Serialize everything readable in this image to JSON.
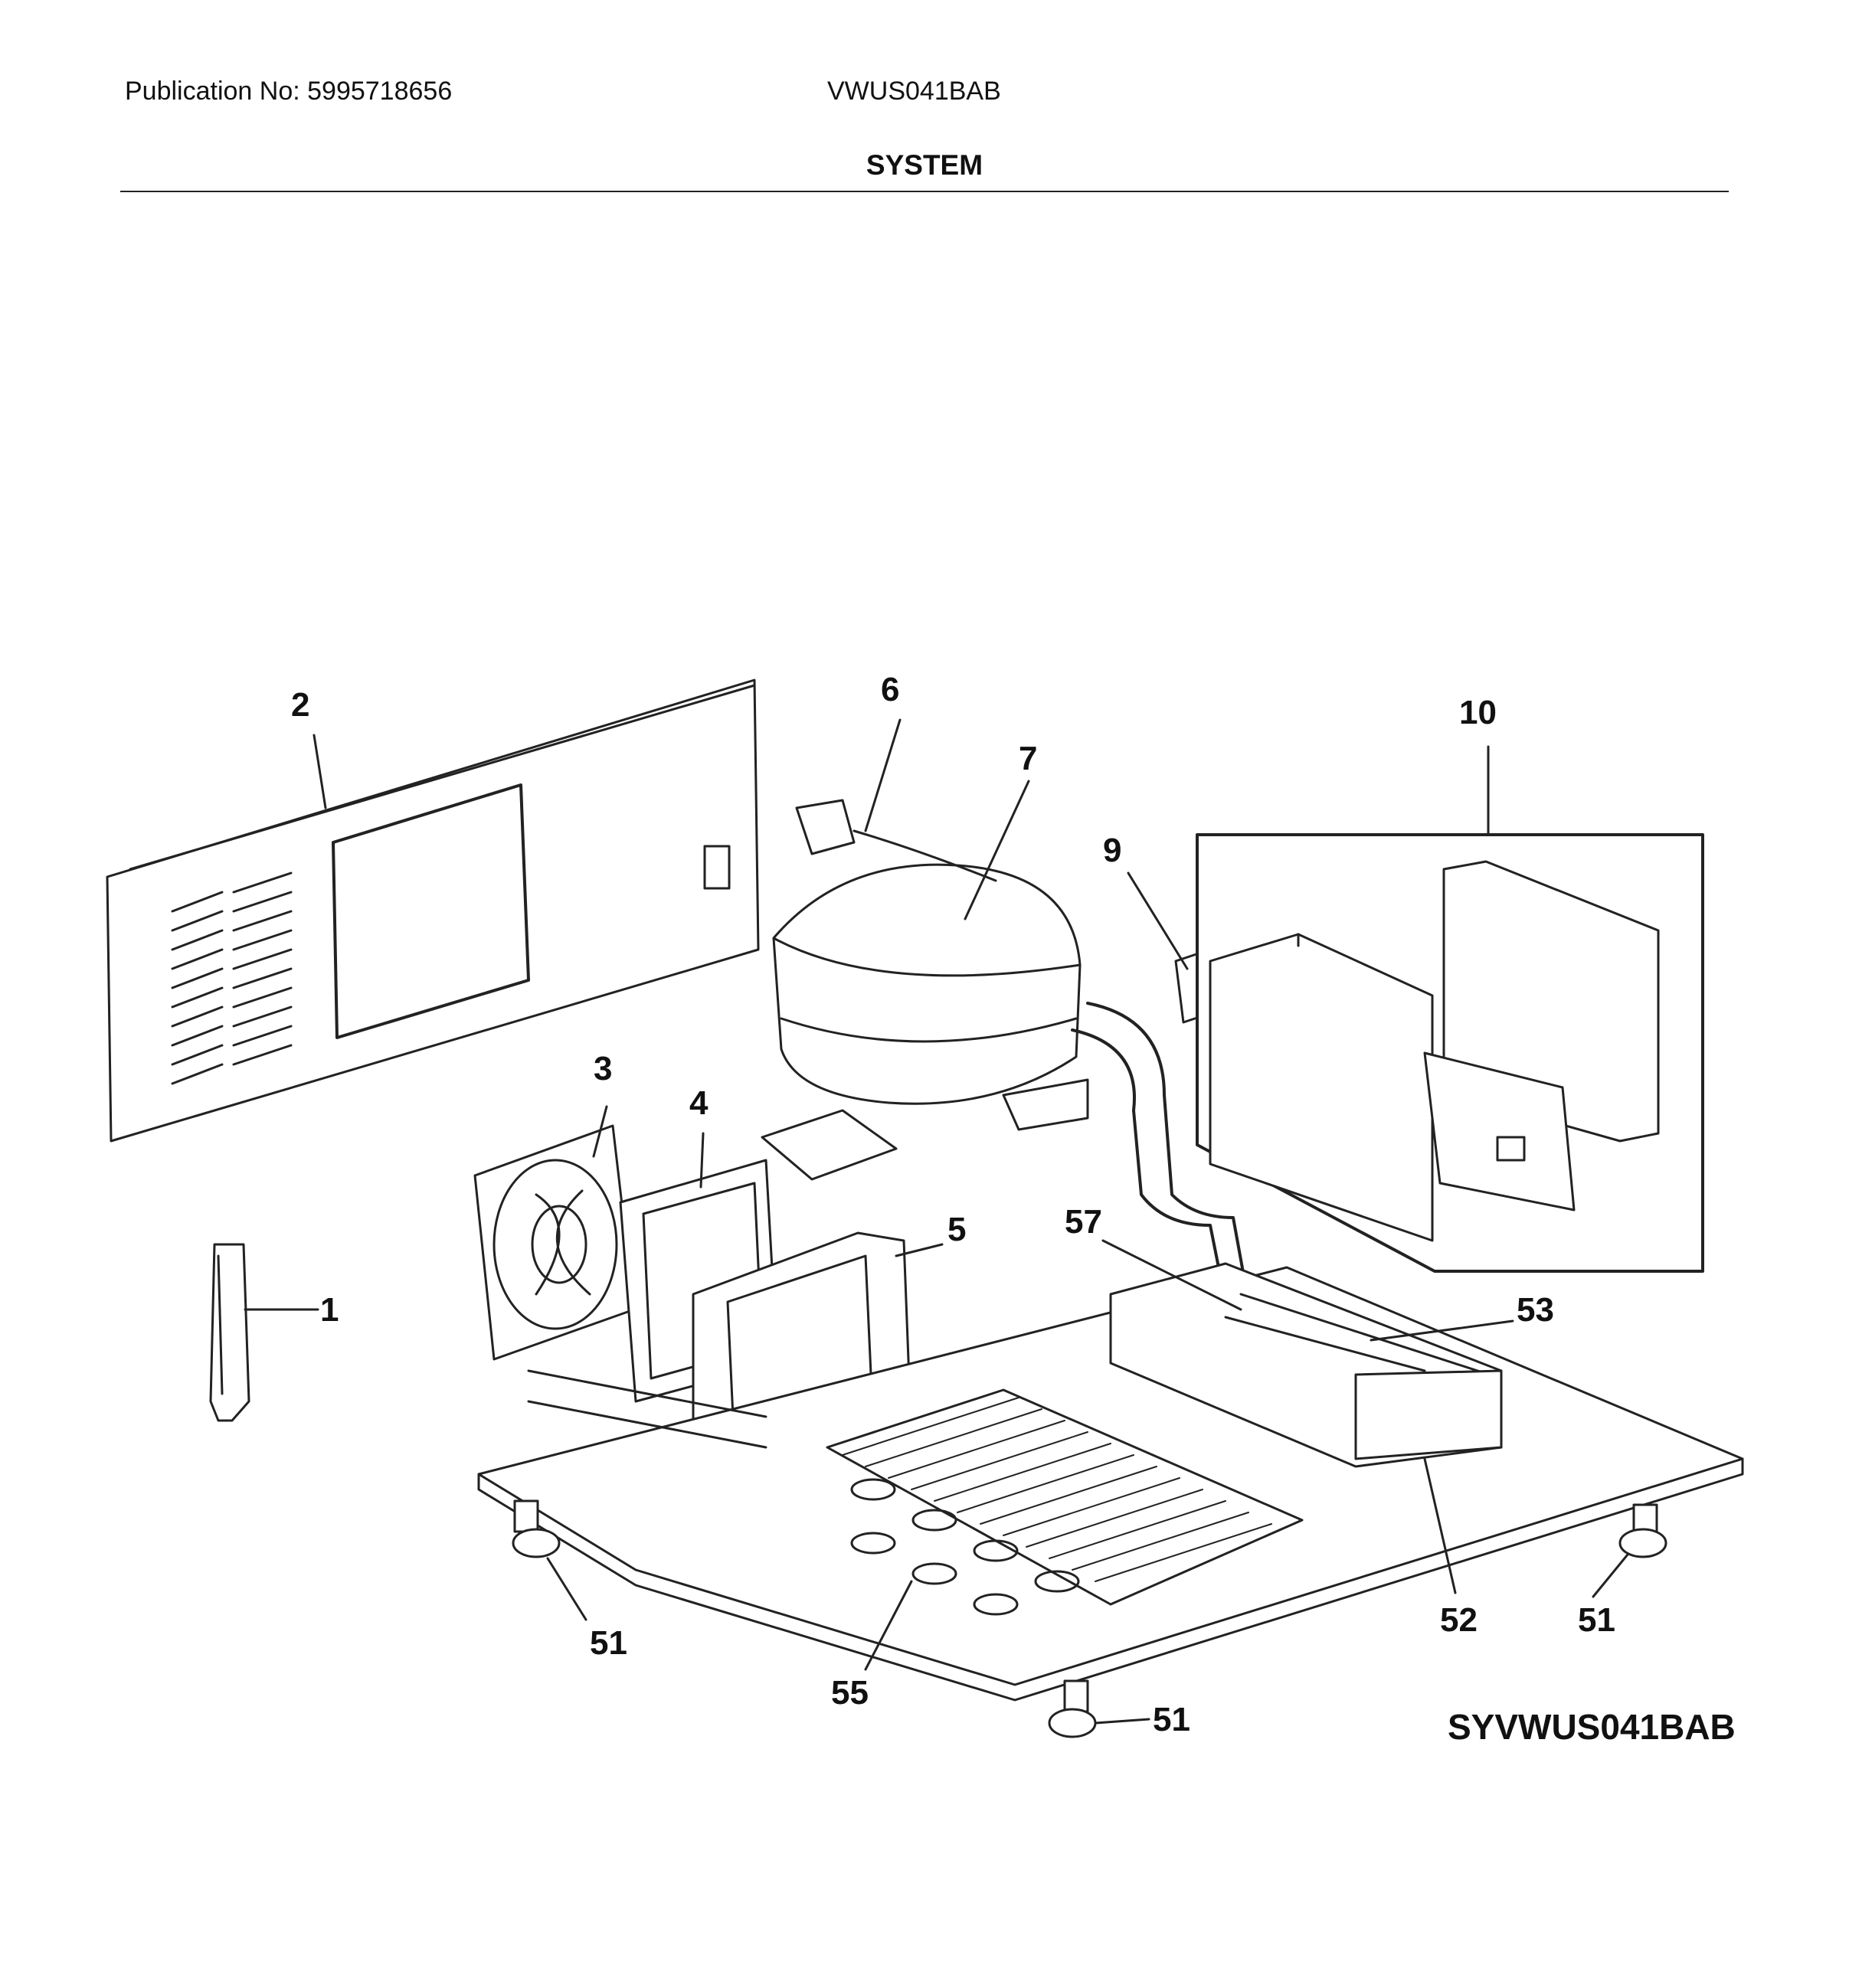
{
  "header": {
    "publication": "Publication No: 5995718656",
    "model": "VWUS041BAB",
    "title": "SYSTEM"
  },
  "diagram_code": "SYVWUS041BAB",
  "callouts": {
    "c1": "1",
    "c2": "2",
    "c3": "3",
    "c4": "4",
    "c5": "5",
    "c6": "6",
    "c7": "7",
    "c9": "9",
    "c10": "10",
    "c51a": "51",
    "c51b": "51",
    "c51c": "51",
    "c52": "52",
    "c53": "53",
    "c55": "55",
    "c57": "57"
  }
}
